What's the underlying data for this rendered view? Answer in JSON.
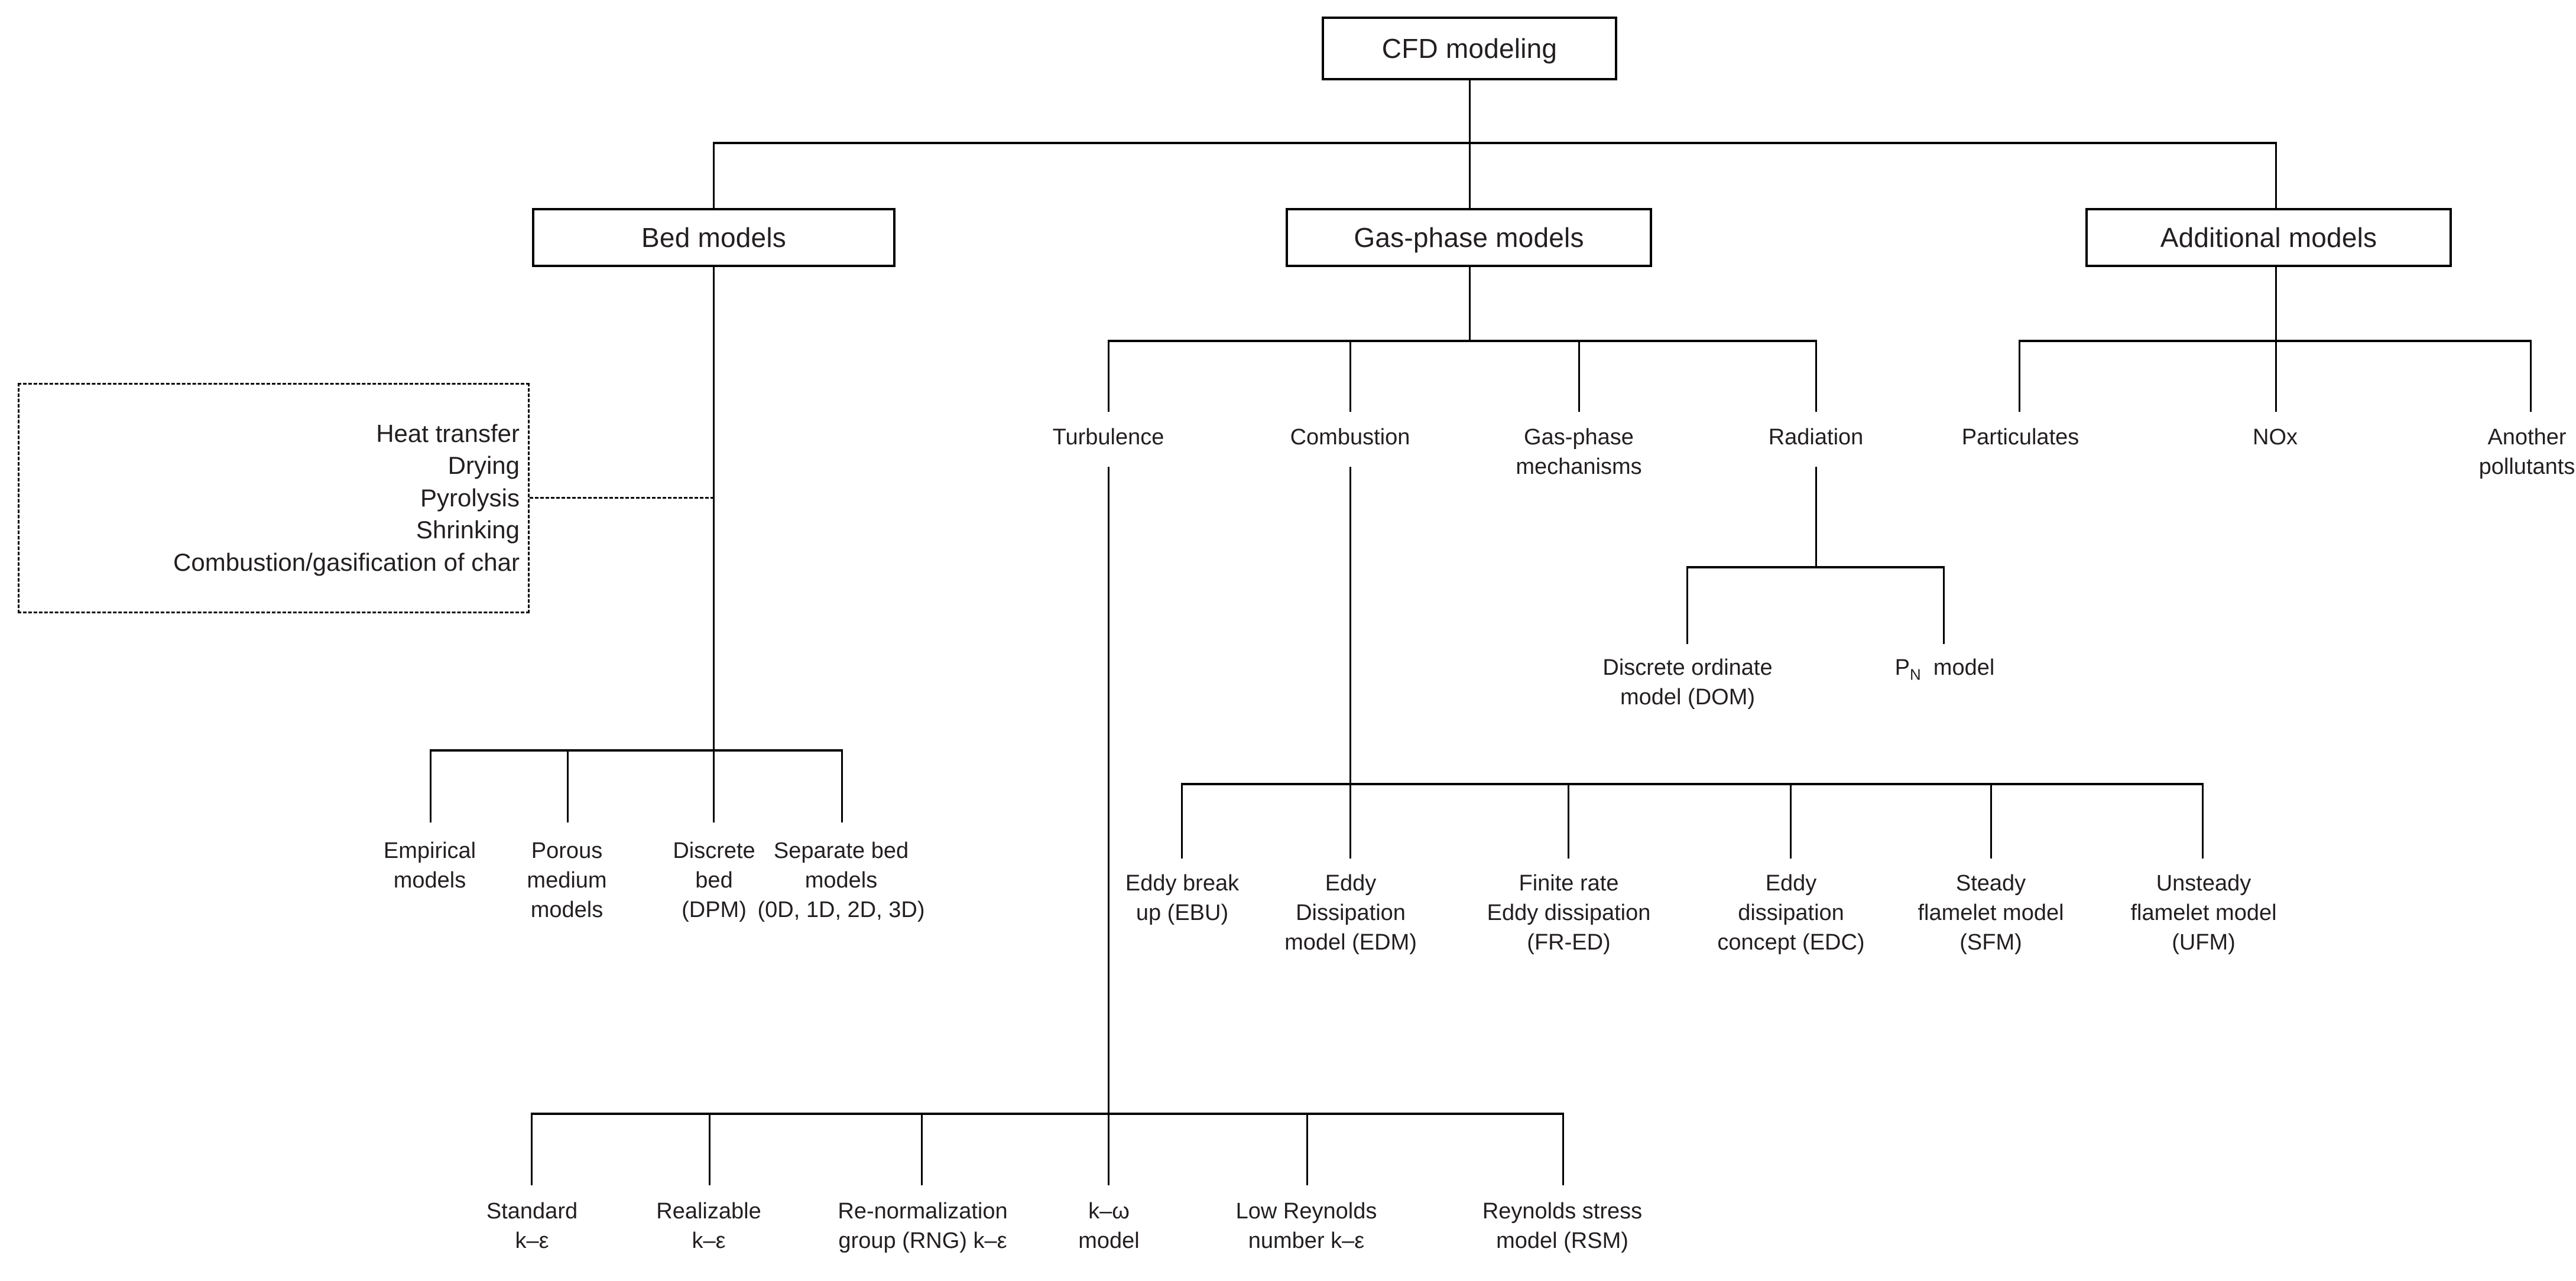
{
  "chart_data": {
    "type": "diagram",
    "title": "CFD modeling",
    "layout": "top-down hierarchical tree",
    "root": "CFD modeling",
    "levels": 4
  },
  "root": {
    "label": "CFD modeling"
  },
  "branches": {
    "bed": {
      "label": "Bed models"
    },
    "gas": {
      "label": "Gas-phase models"
    },
    "additional": {
      "label": "Additional models"
    }
  },
  "bed_processes": {
    "lines": [
      "Heat transfer",
      "Drying",
      "Pyrolysis",
      "Shrinking",
      "Combustion/gasification of char"
    ]
  },
  "bed_children": [
    {
      "label": "Empirical\nmodels"
    },
    {
      "label": "Porous\nmedium\nmodels"
    },
    {
      "label": "Discrete\nbed\n(DPM)"
    },
    {
      "label": "Separate bed\nmodels\n(0D, 1D, 2D, 3D)"
    }
  ],
  "gas_children": [
    {
      "label": "Turbulence"
    },
    {
      "label": "Combustion"
    },
    {
      "label": "Gas-phase\nmechanisms"
    },
    {
      "label": "Radiation"
    }
  ],
  "additional_children": [
    {
      "label": "Particulates"
    },
    {
      "label": "NOx"
    },
    {
      "label": "Another\npollutants"
    }
  ],
  "radiation_children": [
    {
      "label": "Discrete ordinate\nmodel (DOM)",
      "rich": false
    },
    {
      "label": "P_N  model",
      "rich": true,
      "html": "P<sub>N</sub>&nbsp; model"
    }
  ],
  "combustion_children": [
    {
      "label": "Eddy break\nup (EBU)"
    },
    {
      "label": "Eddy\nDissipation\nmodel (EDM)"
    },
    {
      "label": "Finite rate\nEddy dissipation\n(FR-ED)"
    },
    {
      "label": "Eddy\ndissipation\nconcept (EDC)"
    },
    {
      "label": "Steady\nflamelet model\n(SFM)"
    },
    {
      "label": "Unsteady\nflamelet model\n(UFM)"
    }
  ],
  "turbulence_children": [
    {
      "label": "Standard\nk–ε"
    },
    {
      "label": "Realizable\nk–ε"
    },
    {
      "label": "Re-normalization\ngroup (RNG) k–ε"
    },
    {
      "label": "k–ω\nmodel"
    },
    {
      "label": "Low Reynolds\nnumber k–ε"
    },
    {
      "label": "Reynolds stress\nmodel (RSM)"
    }
  ],
  "colors": {
    "line": "#000000",
    "text": "#231f20",
    "background": "#ffffff"
  }
}
